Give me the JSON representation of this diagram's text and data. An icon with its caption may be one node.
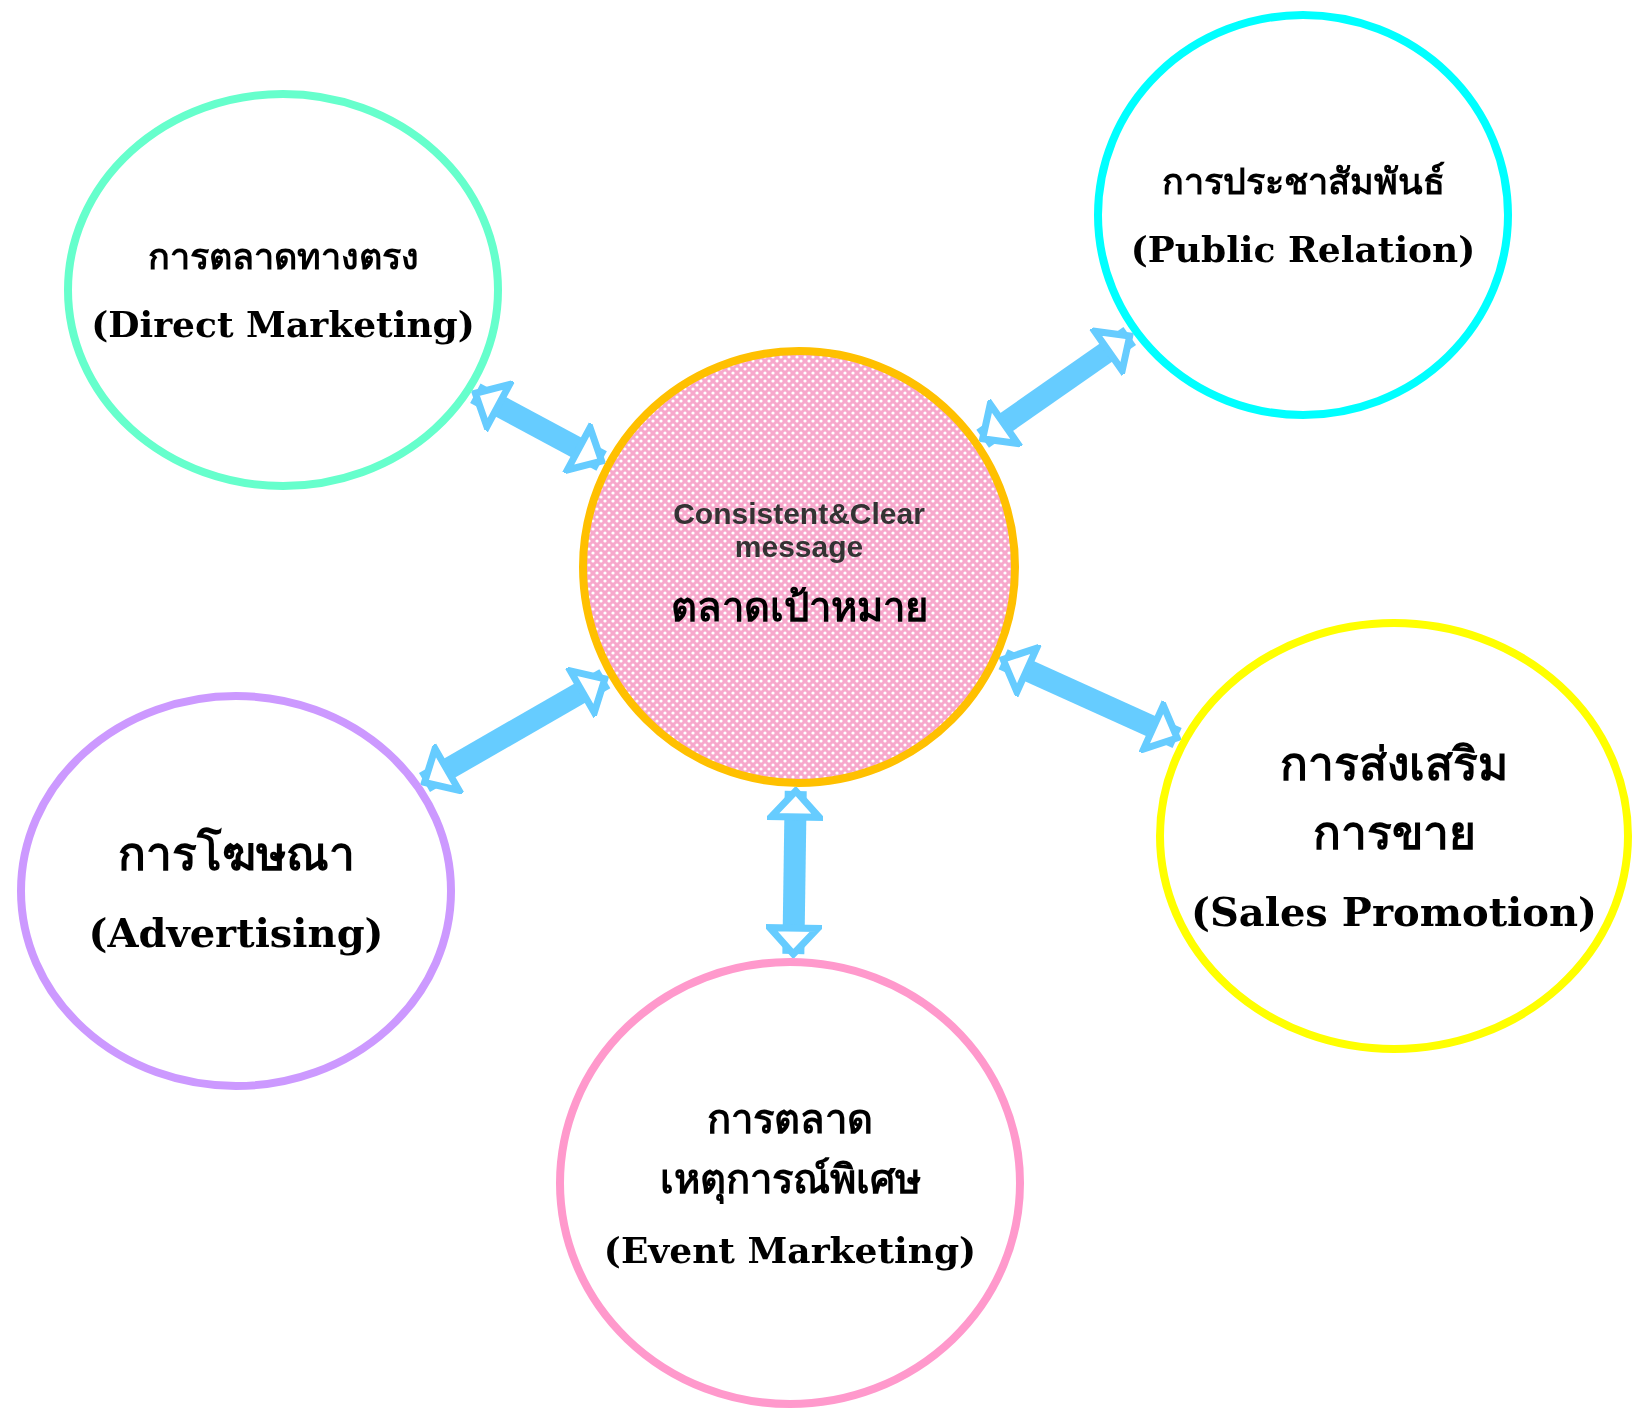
{
  "diagram": {
    "nodes": [
      {
        "text": [
          "Consistent&Clear message",
          "ตลาดเป้าหมาย"
        ]
      },
      {
        "text": [
          "การตลาดทางตรง",
          "(Direct Marketing)"
        ]
      },
      {
        "text": [
          "การประชาสัมพันธ์",
          "(Public Relation)"
        ]
      },
      {
        "text": [
          "การโฆษณา",
          "(Advertising)"
        ]
      },
      {
        "text": [
          "การส่งเสริมการขาย",
          "(Sales Promotion)"
        ]
      },
      {
        "text": [
          "การตลาดเหตุการณ์พิเศษ",
          "(Event Marketing)"
        ]
      }
    ],
    "edges": [
      {
        "from": 0,
        "to": 1,
        "arrow": "both"
      },
      {
        "from": 0,
        "to": 2,
        "arrow": "both"
      },
      {
        "from": 0,
        "to": 3,
        "arrow": "both"
      },
      {
        "from": 0,
        "to": 4,
        "arrow": "both"
      },
      {
        "from": 0,
        "to": 5,
        "arrow": "both"
      }
    ]
  }
}
